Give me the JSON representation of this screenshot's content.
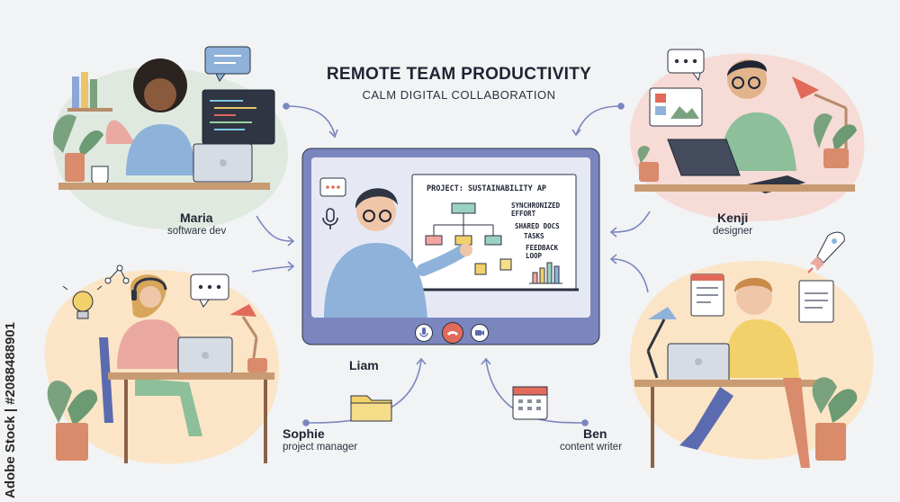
{
  "title": "REMOTE TEAM PRODUCTIVITY",
  "subtitle": "CALM DIGITAL COLLABORATION",
  "people": {
    "maria": {
      "name": "Maria",
      "role": "software dev"
    },
    "kenji": {
      "name": "Kenji",
      "role": "designer"
    },
    "sophie": {
      "name": "Sophie",
      "role": "project manager"
    },
    "ben": {
      "name": "Ben",
      "role": "content writer"
    },
    "liam": {
      "name": "Liam"
    }
  },
  "whiteboard": {
    "heading": "PROJECT: SUSTAINABILITY AP",
    "labels": [
      "SYNCHRONIZED EFFORT",
      "SHARED DOCS",
      "TASKS",
      "FEEDBACK LOOP"
    ]
  },
  "watermark": "Adobe Stock | #2088488901",
  "colors": {
    "screen_frame": "#7b86bf",
    "accent_red": "#e26a5a",
    "maria_bg": "#dde8df",
    "kenji_bg": "#f7dcd7",
    "sophie_bg": "#fbe6c8",
    "ben_bg": "#fbe6c8"
  }
}
